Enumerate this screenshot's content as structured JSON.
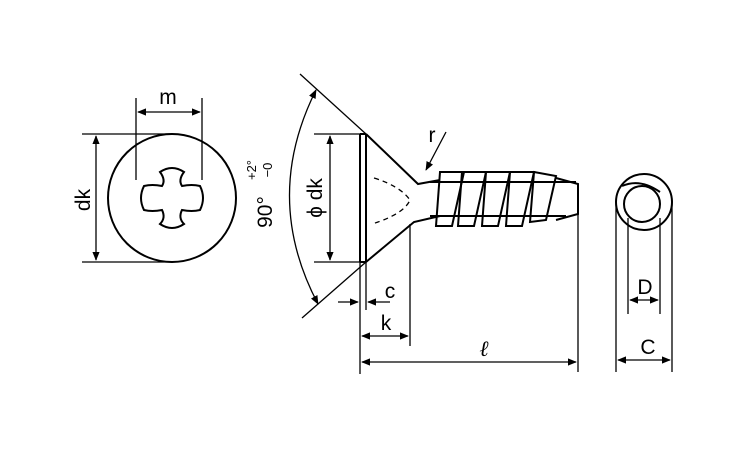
{
  "labels": {
    "m": "m",
    "dk": "dk",
    "angle_main": "90°",
    "angle_tol_plus": "+2°",
    "angle_tol_minus": "−0",
    "phi_dk": "ϕ dk",
    "r": "r",
    "c": "c",
    "k": "k",
    "length": "ℓ",
    "D": "D",
    "C": "C"
  }
}
